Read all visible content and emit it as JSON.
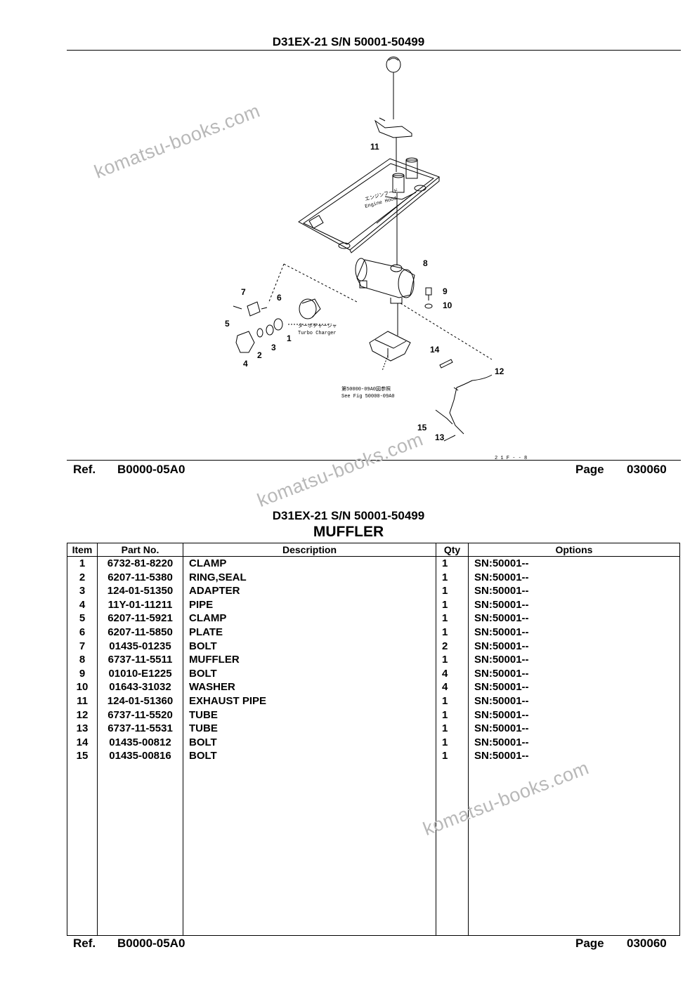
{
  "page1": {
    "header": "D31EX-21 S/N 50001-50499",
    "footer": {
      "ref_label": "Ref.",
      "ref_value": "B0000-05A0",
      "page_label": "Page",
      "page_value": "030060"
    },
    "diagram": {
      "callouts": [
        "1",
        "2",
        "3",
        "4",
        "5",
        "6",
        "7",
        "8",
        "9",
        "10",
        "11",
        "12",
        "13",
        "14",
        "15"
      ],
      "note_turbo_1": "ターボチャージャ",
      "note_turbo_2": "Turbo Charger",
      "note_engine_1": "エンジンフード",
      "note_engine_2": "Engine Hood",
      "note_see_1": "第50000-09A0図参照",
      "note_see_2": "See Fig 50000-09A0",
      "corner_code": "2 1 F - - 8"
    }
  },
  "page2": {
    "header": "D31EX-21 S/N 50001-50499",
    "title": "MUFFLER",
    "columns": [
      "Item",
      "Part No.",
      "Description",
      "Qty",
      "Options"
    ],
    "rows": [
      [
        "1",
        "6732-81-8220",
        "CLAMP",
        "1",
        "SN:50001--"
      ],
      [
        "2",
        "6207-11-5380",
        "RING,SEAL",
        "1",
        "SN:50001--"
      ],
      [
        "3",
        "124-01-51350",
        "ADAPTER",
        "1",
        "SN:50001--"
      ],
      [
        "4",
        "11Y-01-11211",
        "PIPE",
        "1",
        "SN:50001--"
      ],
      [
        "5",
        "6207-11-5921",
        "CLAMP",
        "1",
        "SN:50001--"
      ],
      [
        "6",
        "6207-11-5850",
        "PLATE",
        "1",
        "SN:50001--"
      ],
      [
        "7",
        "01435-01235",
        "BOLT",
        "2",
        "SN:50001--"
      ],
      [
        "8",
        "6737-11-5511",
        "MUFFLER",
        "1",
        "SN:50001--"
      ],
      [
        "9",
        "01010-E1225",
        "BOLT",
        "4",
        "SN:50001--"
      ],
      [
        "10",
        "01643-31032",
        "WASHER",
        "4",
        "SN:50001--"
      ],
      [
        "11",
        "124-01-51360",
        "EXHAUST PIPE",
        "1",
        "SN:50001--"
      ],
      [
        "12",
        "6737-11-5520",
        "TUBE",
        "1",
        "SN:50001--"
      ],
      [
        "13",
        "6737-11-5531",
        "TUBE",
        "1",
        "SN:50001--"
      ],
      [
        "14",
        "01435-00812",
        "BOLT",
        "1",
        "SN:50001--"
      ],
      [
        "15",
        "01435-00816",
        "BOLT",
        "1",
        "SN:50001--"
      ]
    ],
    "footer": {
      "ref_label": "Ref.",
      "ref_value": "B0000-05A0",
      "page_label": "Page",
      "page_value": "030060"
    }
  },
  "watermark": "komatsu-books.com"
}
